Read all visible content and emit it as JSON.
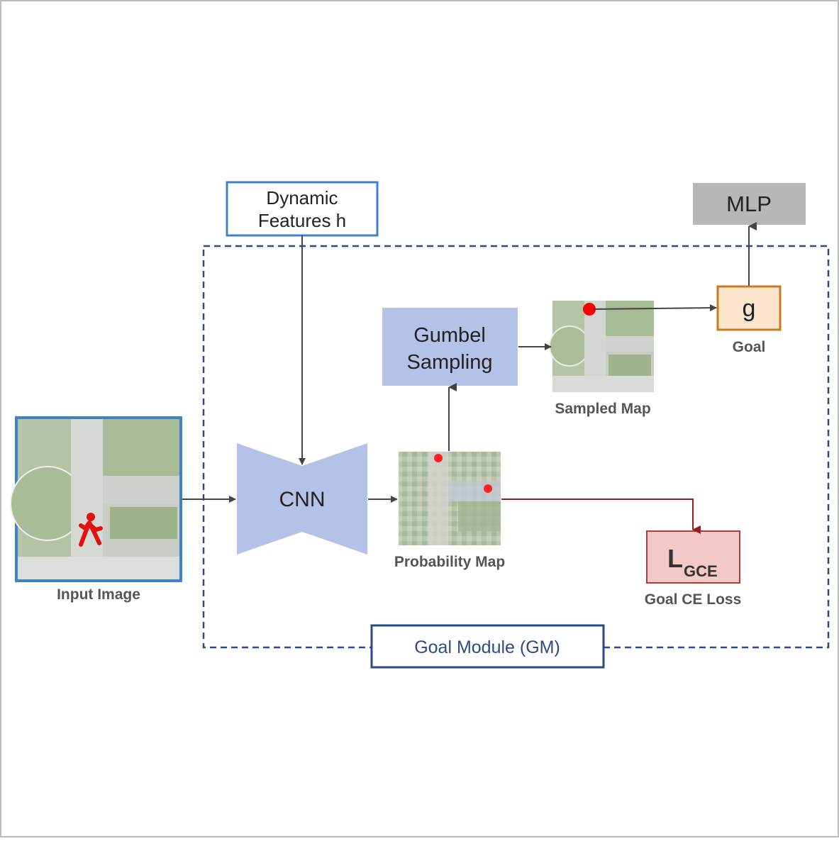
{
  "dynamic_features": {
    "line1": "Dynamic",
    "line2": "Features h"
  },
  "mlp": {
    "label": "MLP"
  },
  "goal": {
    "symbol": "g",
    "caption": "Goal"
  },
  "gumbel": {
    "line1": "Gumbel",
    "line2": "Sampling"
  },
  "sampled_map": {
    "caption": "Sampled Map"
  },
  "input_image": {
    "caption": "Input Image"
  },
  "cnn": {
    "label": "CNN"
  },
  "probability_map": {
    "caption": "Probability Map"
  },
  "loss": {
    "symbol": "L",
    "subscript": "GCE",
    "caption": "Goal CE Loss"
  },
  "goal_module": {
    "label": "Goal Module (GM)"
  },
  "colors": {
    "module_blue": "#2e4a86",
    "input_border": "#3f83c6",
    "cnn_fill": "#b3c2e6",
    "goal_border": "#c77a1e",
    "goal_fill": "#fde5cc",
    "loss_border": "#b53a3a",
    "loss_fill": "#f2c8c8",
    "loss_arrow": "#9b1c1c",
    "mlp_fill": "#b7b7b7",
    "goal_marker": "#ff0000"
  }
}
